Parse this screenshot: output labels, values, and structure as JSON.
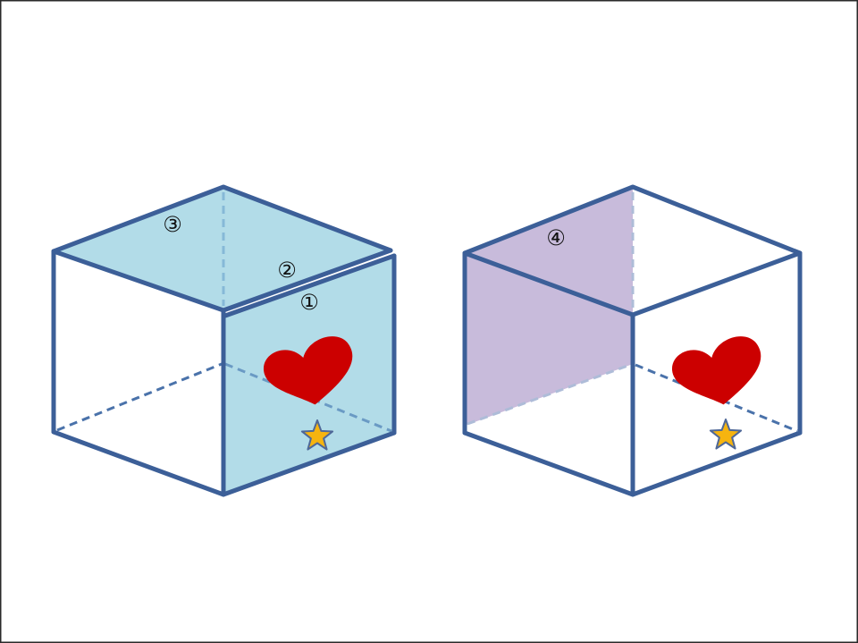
{
  "labels": {
    "circled_1": "①",
    "circled_2": "②",
    "circled_3": "③",
    "circled_4": "④"
  },
  "colors": {
    "edge": "#3c5f98",
    "face_blue": "#b2dce8",
    "face_purple": "#c8bbdb",
    "face_white": "#ffffff",
    "heart": "#cc0000",
    "star": "#f6b40f"
  },
  "icons": {
    "left_heart": "heart-icon",
    "left_star": "star-icon",
    "right_heart": "heart-icon",
    "right_star": "star-icon"
  }
}
